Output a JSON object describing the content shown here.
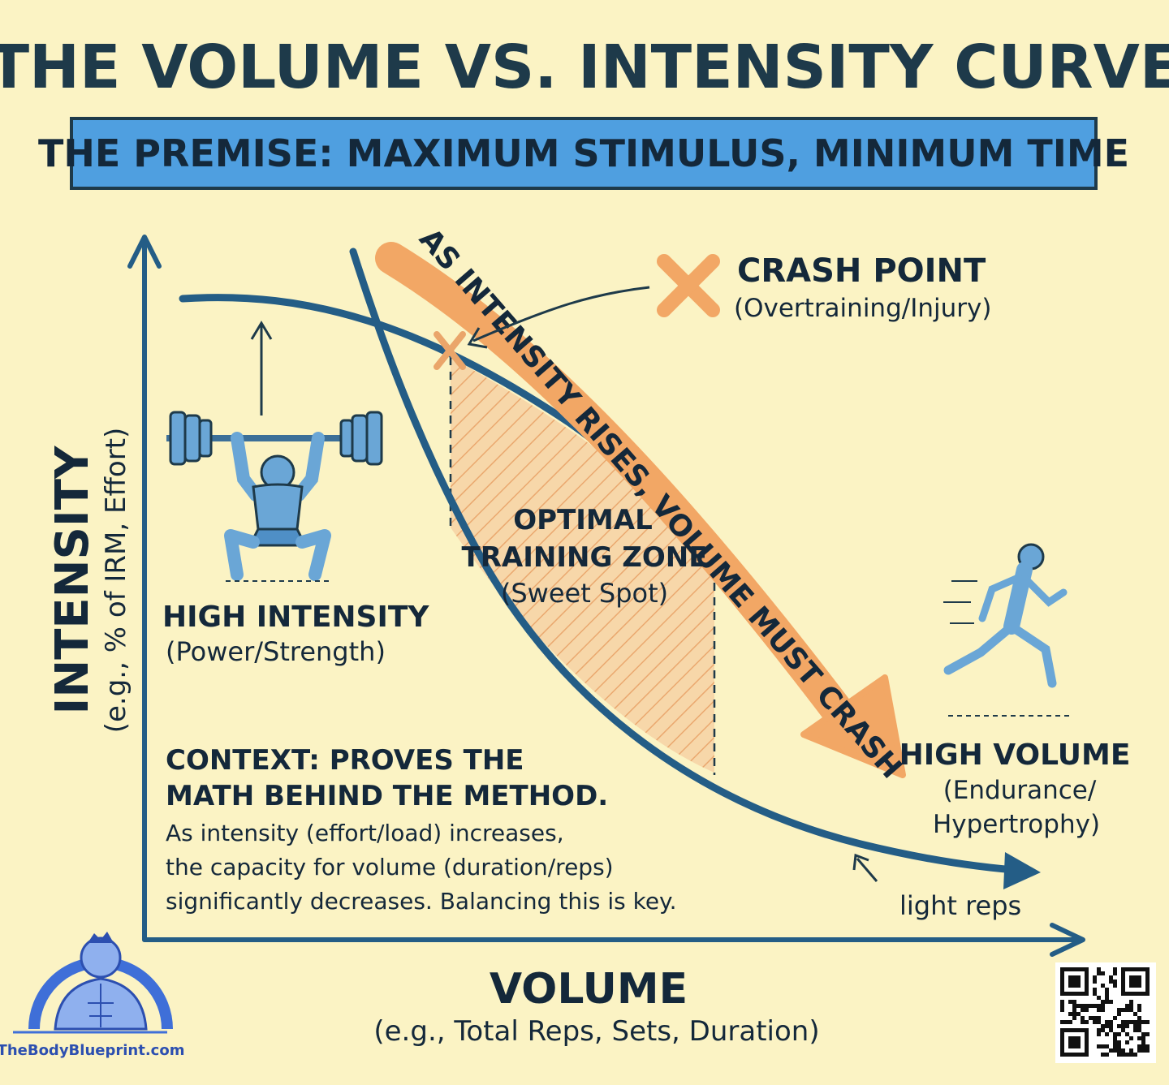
{
  "title": "THE VOLUME VS. INTENSITY CURVE",
  "premise": "THE PREMISE: MAXIMUM STIMULUS, MINIMUM TIME",
  "axes": {
    "y_label": "INTENSITY",
    "y_sub": "(e.g., % of IRM, Effort)",
    "x_label": "VOLUME",
    "x_sub": "(e.g., Total Reps, Sets, Duration)"
  },
  "arrow_text": "AS INTENSITY RISES, VOLUME MUST CRASH",
  "crash": {
    "title": "CRASH POINT",
    "sub": "(Overtraining/Injury)"
  },
  "zone": {
    "line1": "OPTIMAL",
    "line2": "TRAINING ZONE",
    "line3": "(Sweet Spot)"
  },
  "high_intensity": {
    "title": "HIGH INTENSITY",
    "sub": "(Power/Strength)"
  },
  "high_volume": {
    "title": "HIGH VOLUME",
    "sub1": "(Endurance/",
    "sub2": "Hypertrophy)"
  },
  "context": {
    "line1": "CONTEXT: PROVES THE",
    "line2": "MATH BEHIND THE METHOD.",
    "body1": "As intensity (effort/load) increases,",
    "body2": "the capacity for volume (duration/reps)",
    "body3": "significantly decreases. Balancing this is key."
  },
  "light_reps": "light reps",
  "brand": "TheBodyBlueprint.com",
  "colors": {
    "background": "#fbf3c4",
    "ink": "#1e3a4a",
    "curve": "#245d86",
    "accent": "#f2a765",
    "banner": "#4f9fe0",
    "figure": "#6aa6d6"
  }
}
